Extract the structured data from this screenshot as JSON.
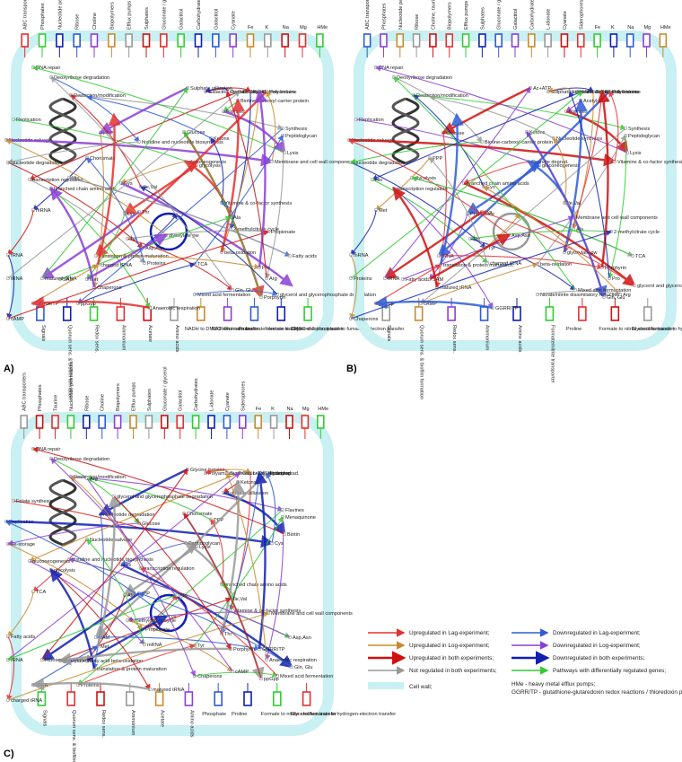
{
  "panels": [
    {
      "id": "A",
      "label": "A)",
      "top_labels": [
        "ABC transporters",
        "Phosphates",
        "Nucleotide permeases",
        "Ribose",
        "Choline",
        "Biopolymers",
        "Efflux pumps",
        "Sulphates",
        "Gluconate / glycerol",
        "Galactitol",
        "Carbohydrates",
        "Galactitol",
        "Cyanate",
        "Fe",
        "K",
        "Na",
        "Mg",
        "HMe"
      ],
      "bottom_labels": [
        "Signals",
        "Quorum sens. & biofilm formation",
        "Redox sens.",
        "Ammonium",
        "Acetate",
        "Amino acids",
        "NADH to DMSO electron transfer",
        "NADH/formate to nitrate electron transfer",
        "Proline",
        "Formate to DMSO electron transfer",
        "Glycerol-3-phosphate to fumarate electron transfer"
      ],
      "internal": [
        "DNA repair",
        "Deoxyribose degradation",
        "Restriction/modification",
        "Replication",
        "Nucleotide salvage",
        "Nucleotide degradation",
        "Chorismate",
        "PPP",
        "Glucose",
        "Ketons",
        "histidine and nucleotide biosynthesis",
        "Biotine-carboxyl carrier protein",
        "Flavines",
        "Thiamine",
        "Biotin",
        "Glycine betaine",
        "Polyamines",
        "Synthesis",
        "Peptidoglycan",
        "Lysis",
        "Sulphate utilization",
        "Galactitol degrad.",
        "Cyanate degrad.",
        "gluconeogenesis",
        "glycolysis",
        "His",
        "transcription regulation",
        "branched chain amino acids",
        "Cys",
        "Ile,Val",
        "Vitamine & co-factor synthesis",
        "Membrane and cell wall components",
        "Ala",
        "2-methylcitrate cycle",
        "Propionate",
        "Lys",
        "Thr",
        "Tyr",
        "Asp,Asn",
        "glyoxylate pw",
        "beta-oxidation",
        "TCA",
        "Fatty acids",
        "SAM",
        "Met",
        "mRNA",
        "rRNA",
        "translation & protein maturation",
        "charged tRNA",
        "Proteins",
        "tRNA",
        "matured tRNA",
        "Chaperons",
        "cAMP",
        "ppGpp",
        "GGRR/TP",
        "Anaerobic respiration",
        "Mixed acid fermentation",
        "Gln, Glu",
        "Porphyrin",
        "Pro",
        "Arg",
        "glycerol and glycerophosphate degradation"
      ]
    },
    {
      "id": "B",
      "label": "B)",
      "top_labels": [
        "ABC transporters",
        "Phosphates",
        "Nucleotide permeases",
        "Ribose",
        "Choline, taurine",
        "Biopolymers",
        "Efflux pumps",
        "Sulphates",
        "Gluconate / glycerol",
        "Galactitol",
        "Carbohydrates",
        "L-idonate",
        "Cyanate",
        "Siderophores",
        "Fe",
        "K",
        "Na",
        "Mg",
        "HMe"
      ],
      "bottom_labels": [
        "Signals",
        "Quorum sens. & biofilm formation",
        "Redox sens.",
        "Ammonium",
        "Amino acids",
        "Formate/nitrite transporter",
        "Proline",
        "Formate to nitrite electron transfer",
        "Glycerol/fumarate to hydrogen-electron transfer"
      ],
      "internal": [
        "DNA repair",
        "Deoxyribose degradation",
        "Restriction/modification",
        "Replication",
        "Nucleotide salvage",
        "Nucleotide degradation",
        "PPP",
        "Glucose",
        "Ketons",
        "Nucleotide synthesis",
        "Biotine-carboxyl carrier protein",
        "Acetyl-CoA",
        "Flavines",
        "Menaquinone & thiamine",
        "Biotin",
        "Glycine betaine",
        "Polyamines",
        "Synthesis",
        "Peptidoglycan",
        "Lysis",
        "Ac+ATP",
        "Sulphate utilization",
        "L-idonate degrad.",
        "Cyanate degrad.",
        "gluconeogenesis",
        "glycolysis",
        "His",
        "transcription regulation",
        "branched chain amino acids",
        "Cys",
        "Ile,Val",
        "Vitamine & co-factor synthesis",
        "Membrane and cell wall components",
        "Ala",
        "2-methylcitrate cycle",
        "Propionate",
        "Lys",
        "Thr",
        "Tyr",
        "Asp,Asn",
        "glyoxylate pw",
        "beta-oxidation",
        "TCA",
        "Fatty acids",
        "SAM",
        "Met",
        "mRNA",
        "rRNA",
        "translation & protein maturation",
        "charged tRNA",
        "Proteins",
        "tRNA",
        "matured tRNA",
        "Chaperons",
        "cAMP",
        "ppGpp",
        "GGRR/TP",
        "Nitrate/nitrite dissimilatory reduction",
        "Mixed acid fermentation",
        "Gln, Glu",
        "Porphyrin",
        "Pro",
        "Arg",
        "glycerol and glycerophosphate degradation"
      ]
    },
    {
      "id": "C",
      "label": "C)",
      "top_labels": [
        "ABC transporters",
        "Phosphates",
        "Taurine",
        "Nucleotide permeases",
        "Ribose",
        "Choline",
        "Biopolymers",
        "Efflux pumps",
        "Sulphates",
        "Gluconate / glycerol",
        "Galactitol",
        "Carbohydrates",
        "L-idonate",
        "Cyanate",
        "Siderophores",
        "Fe",
        "K",
        "Na",
        "Mg",
        "HMe"
      ],
      "bottom_labels": [
        "Signals",
        "Quorum sens. & biofilm formation",
        "Redox sens.",
        "Ammonium",
        "Acetate",
        "Amino acids",
        "Phosphate",
        "Proline",
        "Formate to nitrite electron transfer",
        "Glycerol/fumarate to hydrogen-electron transfer"
      ],
      "internal": [
        "DNA repair",
        "Deoxyribose degradation",
        "Restriction/modification",
        "Folate synthesis",
        "Replication",
        "Fe-storage",
        "Nucleotide salvage",
        "Nucleotide degradation",
        "Chorismate",
        "PPP",
        "Glucose",
        "Ketons",
        "Sulphate utilization",
        "Gluconate degrad.",
        "L-idonate degrad.",
        "Cyanate degrad.",
        "Thiamine",
        "Flavines",
        "Menaquinone",
        "Biotin",
        "Glycine betaine",
        "Polyamines",
        "Synthesis",
        "Peptidoglycan",
        "Lysis",
        "histidine and nucleotide biosynthesis",
        "gluconeogenesis",
        "glycolysis",
        "His",
        "transcription regulation",
        "branched chain amino acids",
        "Cys",
        "Ile,Val",
        "Vitamine & co-factor synthesis",
        "Membrane and cell wall components",
        "Ala",
        "IPP",
        "2-methylcitrate cycle",
        "Propionate",
        "Lys",
        "Thr",
        "Tyr",
        "Asp,Asn",
        "glyoxylate pw",
        "fatty acid beta-oxidation",
        "TCA",
        "Fatty acids",
        "SAM",
        "Met",
        "mRNA",
        "rRNA",
        "Ribosome assembly",
        "translation & protein maturation",
        "charged tRNA",
        "Proteins",
        "tRNA",
        "matured tRNA",
        "Chaperons",
        "cAMP",
        "ppGpp",
        "GGRR/TP",
        "Anaerobic respiration",
        "Mixed acid fermentation",
        "Gln, Glu",
        "Porphyrin",
        "Pro",
        "Arg",
        "glycerol and glycerophosphate degradation"
      ]
    }
  ],
  "legend": {
    "items": [
      {
        "text": "Upregulated in Lag-experiment;",
        "color": "#e53030"
      },
      {
        "text": "Downregulated in Lag-experiment;",
        "color": "#2f5bd6"
      },
      {
        "text": "Upregulated in Log-experiment;",
        "color": "#c98a2e"
      },
      {
        "text": "Downregulated in Log-experiment;",
        "color": "#8a3fd6"
      },
      {
        "text": "Upregulated in both experiments;",
        "color": "#d01010"
      },
      {
        "text": "Downregulated in both experiments;",
        "color": "#1020b0"
      },
      {
        "text": "Not regulated in both experiments;",
        "color": "#999999"
      },
      {
        "text": "Pathways with differentially regulated genes;",
        "color": "#33cc33"
      }
    ],
    "cell_wall": "Cell wall;",
    "note1": "HMe - heavy metal efflux pumps;",
    "note2": "GGRR/TP - glutathione-glutaredoxin redox reactions / thioredoxin pathway"
  },
  "colors": {
    "wall": "#c9f0f2",
    "red": "#e53030",
    "blue": "#2f5bd6",
    "brown": "#c98a2e",
    "purple": "#8a3fd6",
    "green": "#33cc33",
    "gray": "#999999",
    "dred": "#d01010",
    "dblue": "#1020b0"
  }
}
